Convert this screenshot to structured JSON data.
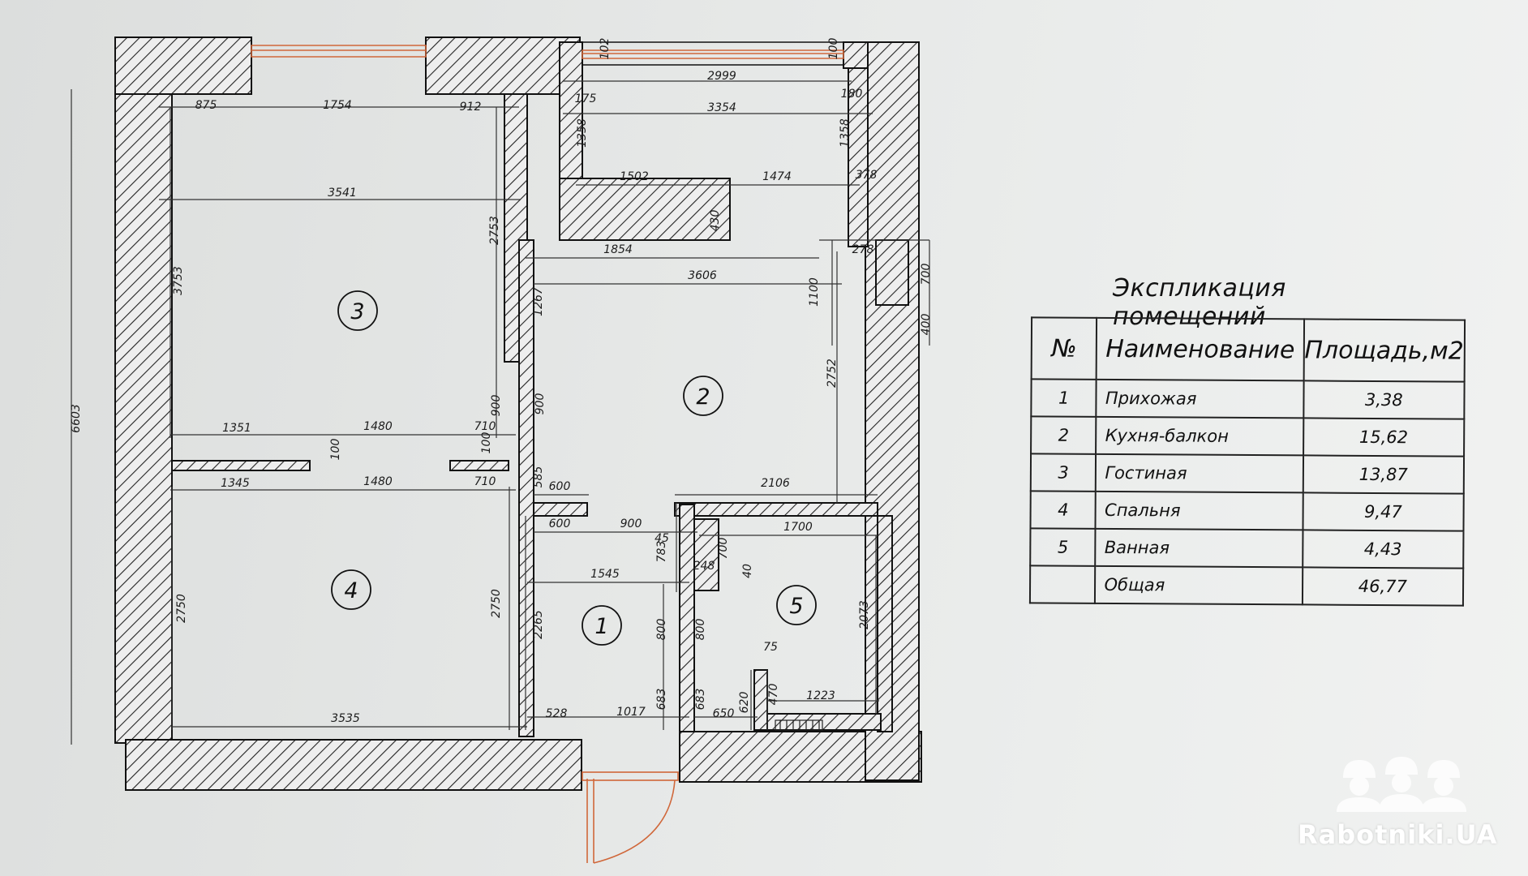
{
  "legend": {
    "title": "Экспликация помещений",
    "headers": {
      "num": "№",
      "name": "Наименование",
      "area": "Площадь,м2"
    },
    "rows": [
      {
        "num": "1",
        "name": "Прихожая",
        "area": "3,38"
      },
      {
        "num": "2",
        "name": "Кухня-балкон",
        "area": "15,62"
      },
      {
        "num": "3",
        "name": "Гостиная",
        "area": "13,87"
      },
      {
        "num": "4",
        "name": "Спальня",
        "area": "9,47"
      },
      {
        "num": "5",
        "name": "Ванная",
        "area": "4,43"
      },
      {
        "num": "",
        "name": "Общая",
        "area": "46,77"
      }
    ]
  },
  "rooms": {
    "r1": "1",
    "r2": "2",
    "r3": "3",
    "r4": "4",
    "r5": "5"
  },
  "dims": {
    "d102": "102",
    "d100t": "100",
    "d2999": "2999",
    "d175": "175",
    "d180": "180",
    "d3354": "3354",
    "d1358a": "1358",
    "d1358b": "1358",
    "d1502": "1502",
    "d1474": "1474",
    "d378": "378",
    "d430": "430",
    "d875": "875",
    "d1754": "1754",
    "d912": "912",
    "d3541": "3541",
    "d2753": "2753",
    "d3753": "3753",
    "d6603": "6603",
    "d1854": "1854",
    "d278": "278",
    "d700": "700",
    "d3606": "3606",
    "d1100": "1100",
    "d400": "400",
    "d1267": "1267",
    "d2752": "2752",
    "d900v": "900",
    "d900b": "900",
    "d1351": "1351",
    "d1480a": "1480",
    "d710a": "710",
    "d100a": "100",
    "d100b": "100",
    "d1345": "1345",
    "d1480b": "1480",
    "d710b": "710",
    "d585": "585",
    "d600a": "600",
    "d2106": "2106",
    "d600b": "600",
    "d900h": "900",
    "d45": "45",
    "d783": "783",
    "d700b": "700",
    "d1700": "1700",
    "d248": "248",
    "d40": "40",
    "d1545": "1545",
    "d2750a": "2750",
    "d2750b": "2750",
    "d2265": "2265",
    "d800a": "800",
    "d800b": "800",
    "d2073": "2073",
    "d75": "75",
    "d620": "620",
    "d470": "470",
    "d1223": "1223",
    "d3535": "3535",
    "d528": "528",
    "d1017": "1017",
    "d683a": "683",
    "d683b": "683",
    "d650": "650"
  },
  "watermark": "Rabotniki.UA"
}
